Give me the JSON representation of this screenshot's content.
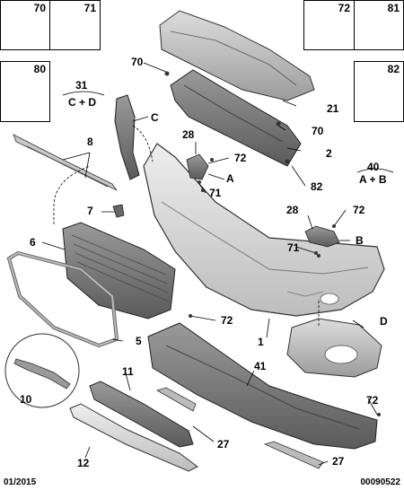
{
  "header_boxes": [
    {
      "id": "b70",
      "number": "70"
    },
    {
      "id": "b71",
      "number": "71"
    },
    {
      "id": "b80",
      "number": "80"
    },
    {
      "id": "b72",
      "number": "72"
    },
    {
      "id": "b81",
      "number": "81"
    },
    {
      "id": "b82",
      "number": "82"
    }
  ],
  "callouts": {
    "c70a": "70",
    "c31": "31",
    "c31sub": "C + D",
    "cC": "C",
    "c8": "8",
    "c28a": "28",
    "c72a": "72",
    "cA": "A",
    "c71a": "71",
    "c70b": "70",
    "c2": "2",
    "c82": "82",
    "c21": "21",
    "c40": "40",
    "c40sub": "A + B",
    "c7": "7",
    "c6": "6",
    "c28b": "28",
    "c72b": "72",
    "c71b": "71",
    "cB": "B",
    "c72c": "72",
    "cD": "D",
    "c1": "1",
    "c5": "5",
    "c10": "10",
    "c11": "11",
    "c41": "41",
    "c72d": "72",
    "c27a": "27",
    "c12": "12",
    "c27b": "27"
  },
  "footer": {
    "date": "01/2015",
    "ref": "00090522"
  }
}
